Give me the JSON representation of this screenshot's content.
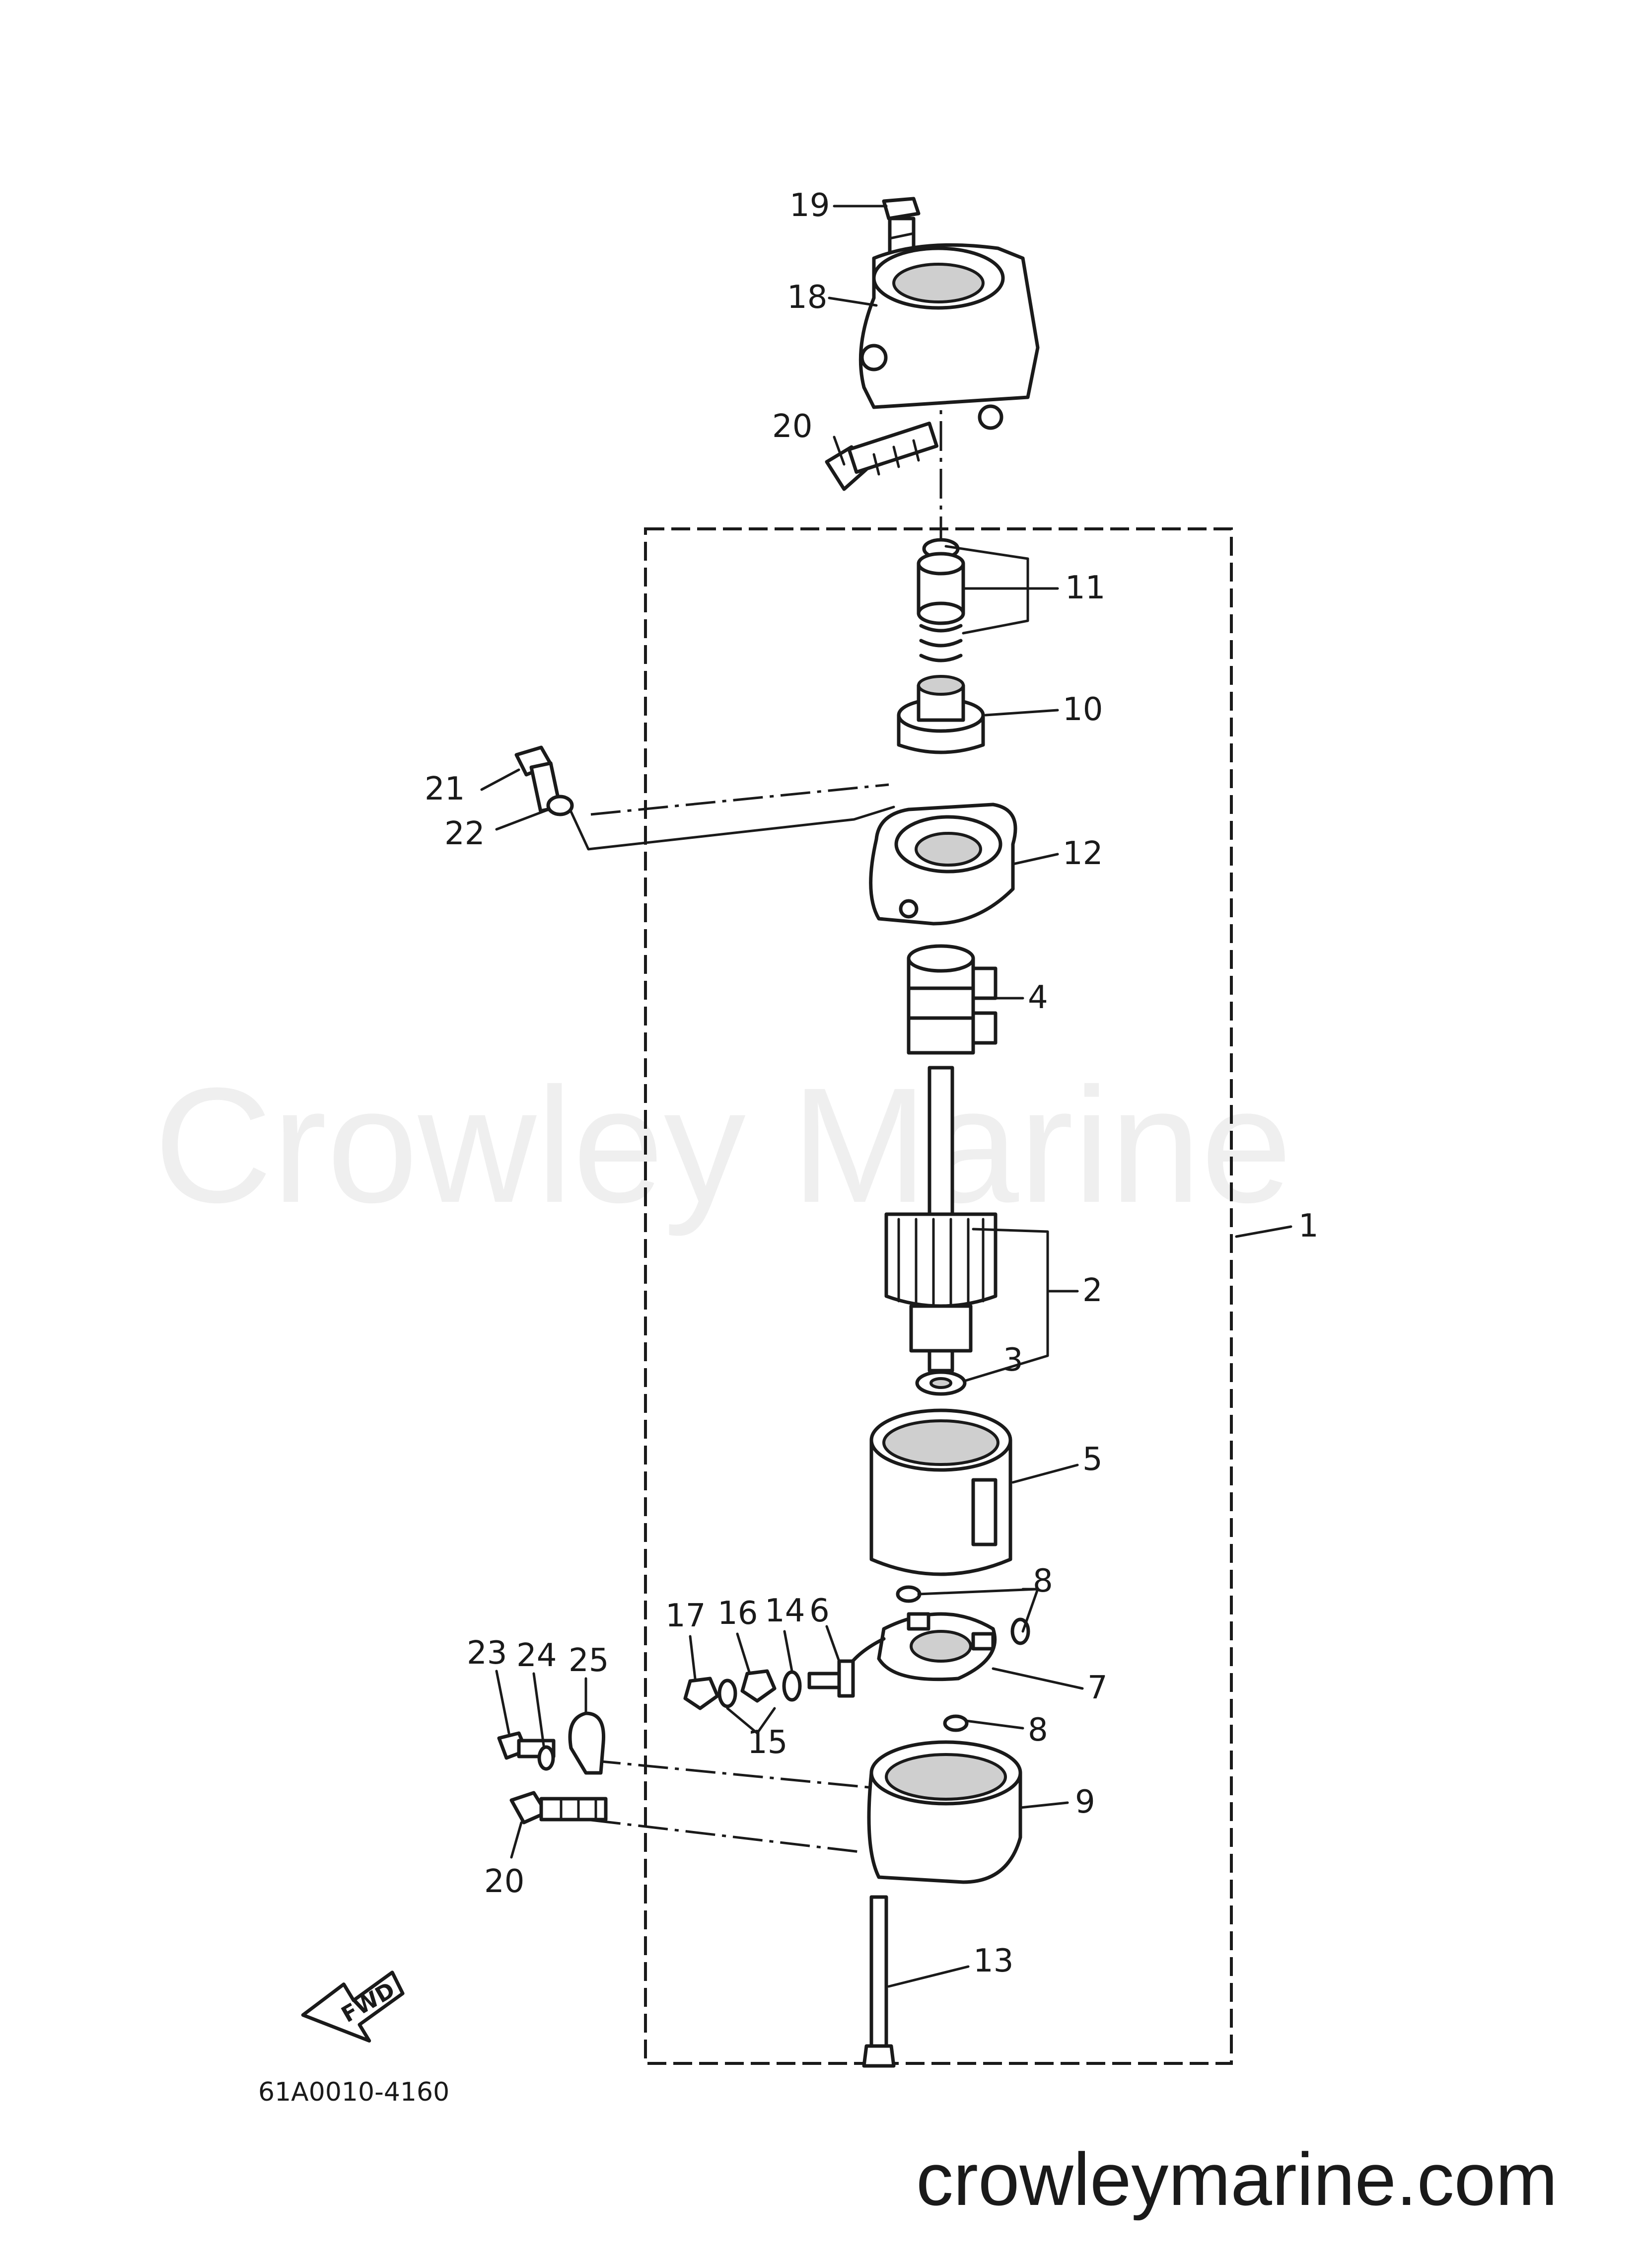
{
  "watermark": "Crowley Marine",
  "website": "crowleymarine.com",
  "diagram_code": "61A0010-4160",
  "direction_label": "FWD",
  "callouts": [
    {
      "id": "c1",
      "label": "1"
    },
    {
      "id": "c2",
      "label": "2"
    },
    {
      "id": "c3",
      "label": "3"
    },
    {
      "id": "c4",
      "label": "4"
    },
    {
      "id": "c5",
      "label": "5"
    },
    {
      "id": "c6",
      "label": "6"
    },
    {
      "id": "c7",
      "label": "7"
    },
    {
      "id": "c8a",
      "label": "8"
    },
    {
      "id": "c8b",
      "label": "8"
    },
    {
      "id": "c9",
      "label": "9"
    },
    {
      "id": "c10",
      "label": "10"
    },
    {
      "id": "c11",
      "label": "11"
    },
    {
      "id": "c12",
      "label": "12"
    },
    {
      "id": "c13",
      "label": "13"
    },
    {
      "id": "c14",
      "label": "14"
    },
    {
      "id": "c15",
      "label": "15"
    },
    {
      "id": "c16",
      "label": "16"
    },
    {
      "id": "c17",
      "label": "17"
    },
    {
      "id": "c18",
      "label": "18"
    },
    {
      "id": "c19",
      "label": "19"
    },
    {
      "id": "c20a",
      "label": "20"
    },
    {
      "id": "c20b",
      "label": "20"
    },
    {
      "id": "c21",
      "label": "21"
    },
    {
      "id": "c22",
      "label": "22"
    },
    {
      "id": "c23",
      "label": "23"
    },
    {
      "id": "c24",
      "label": "24"
    },
    {
      "id": "c25",
      "label": "25"
    }
  ]
}
